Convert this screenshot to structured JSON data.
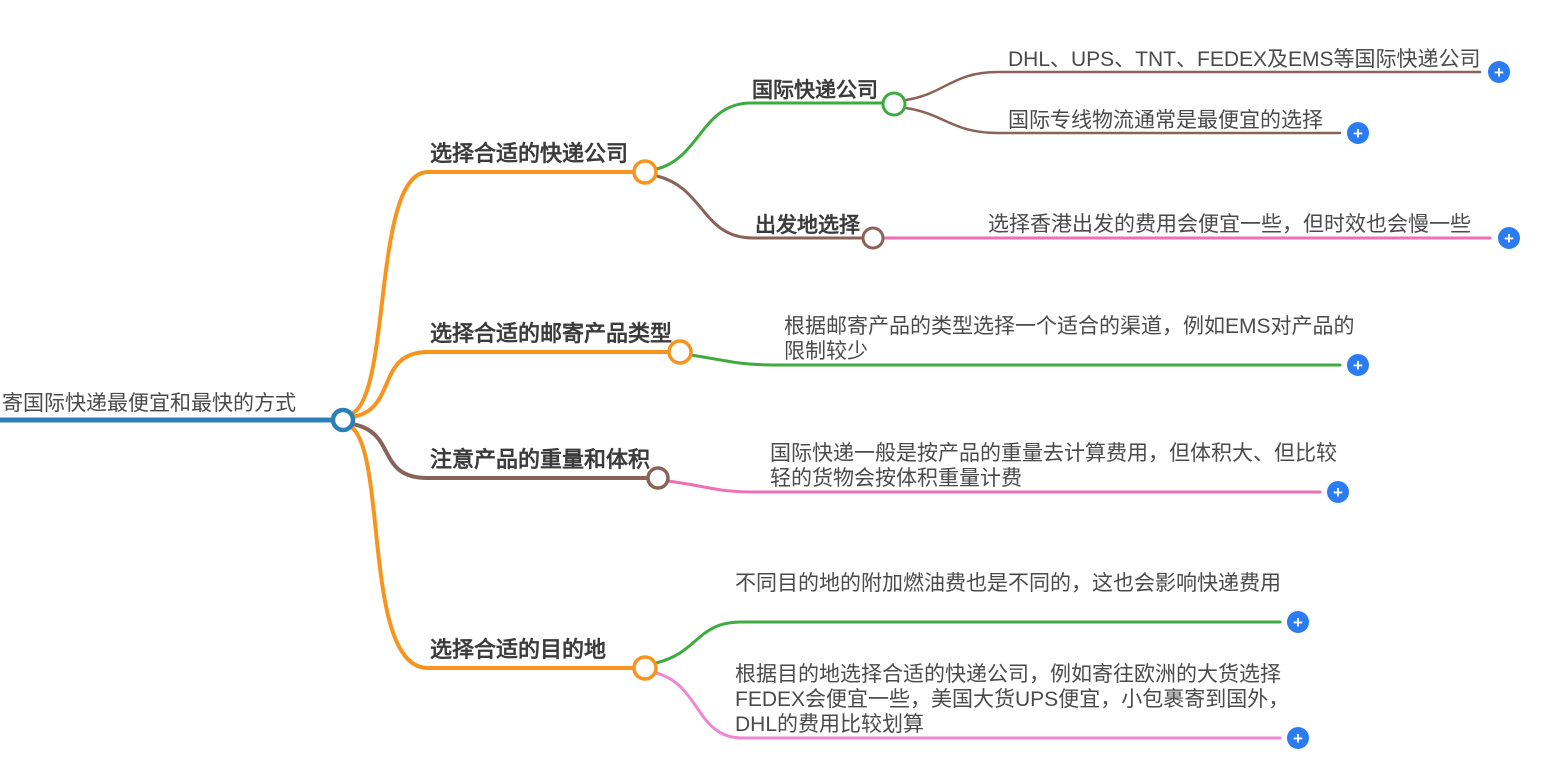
{
  "app": {
    "type": "mindmap"
  },
  "colors": {
    "root_line": "#2c80b7",
    "branch_orange": "#f7941e",
    "branch_brown": "#8a6258",
    "sub_green": "#3faa3f",
    "leaf_pink": "#f06eb4",
    "leaf_pink_light": "#ee87d2",
    "add_button_blue": "#2b7bf3",
    "heading_text": "#3b3b3b",
    "body_text": "#4a4a4a"
  },
  "icons": {
    "plus": "+"
  },
  "root": {
    "label": "寄国际快递最便宜和最快的方式"
  },
  "branches": [
    {
      "label": "选择合适的快递公司",
      "children": [
        {
          "label": "国际快递公司",
          "children": [
            {
              "text": "DHL、UPS、TNT、FEDEX及EMS等国际快递公司"
            },
            {
              "text": "国际专线物流通常是最便宜的选择"
            }
          ]
        },
        {
          "label": "出发地选择",
          "children": [
            {
              "text": "选择香港出发的费用会便宜一些，但时效也会慢一些"
            }
          ]
        }
      ]
    },
    {
      "label": "选择合适的邮寄产品类型",
      "children": [
        {
          "text": "根据邮寄产品的类型选择一个适合的渠道，例如EMS对产品的限制较少"
        }
      ]
    },
    {
      "label": "注意产品的重量和体积",
      "children": [
        {
          "text": "国际快递一般是按产品的重量去计算费用，但体积大、但比较轻的货物会按体积重量计费"
        }
      ]
    },
    {
      "label": "选择合适的目的地",
      "children": [
        {
          "text": "不同目的地的附加燃油费也是不同的，这也会影响快递费用"
        },
        {
          "text": "根据目的地选择合适的快递公司，例如寄往欧洲的大货选择FEDEX会便宜一些，美国大货UPS便宜，小包裹寄到国外，DHL的费用比较划算"
        }
      ]
    }
  ]
}
